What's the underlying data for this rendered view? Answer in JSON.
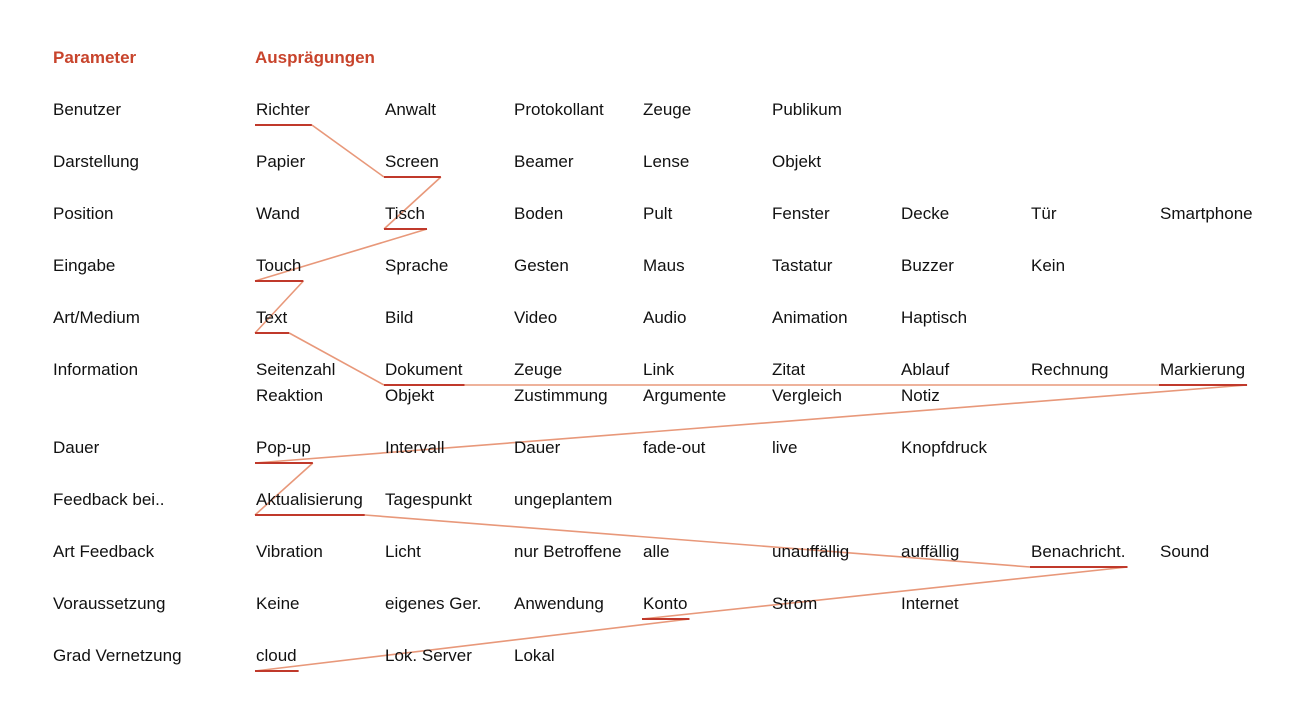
{
  "headers": {
    "parameter": "Parameter",
    "values": "Ausprägungen"
  },
  "colors": {
    "accent": "#c8442c",
    "link": "#e8987a",
    "underline": "#c0392b",
    "text": "#111111"
  },
  "rows": [
    {
      "label": "Benutzer",
      "values": [
        [
          "Richter",
          "Anwalt",
          "Protokollant",
          "Zeuge",
          "Publikum"
        ]
      ]
    },
    {
      "label": "Darstellung",
      "values": [
        [
          "Papier",
          "Screen",
          "Beamer",
          "Lense",
          "Objekt"
        ]
      ]
    },
    {
      "label": "Position",
      "values": [
        [
          "Wand",
          "Tisch",
          "Boden",
          "Pult",
          "Fenster",
          "Decke",
          "Tür",
          "Smartphone"
        ]
      ]
    },
    {
      "label": "Eingabe",
      "values": [
        [
          "Touch",
          "Sprache",
          "Gesten",
          "Maus",
          "Tastatur",
          "Buzzer",
          "Kein"
        ]
      ]
    },
    {
      "label": "Art/Medium",
      "values": [
        [
          "Text",
          "Bild",
          "Video",
          "Audio",
          "Animation",
          "Haptisch"
        ]
      ]
    },
    {
      "label": "Information",
      "values": [
        [
          "Seitenzahl",
          "Dokument",
          "Zeuge",
          "Link",
          "Zitat",
          "Ablauf",
          "Rechnung",
          "Markierung"
        ],
        [
          "Reaktion",
          "Objekt",
          "Zustimmung",
          "Argumente",
          "Vergleich",
          "Notiz"
        ]
      ]
    },
    {
      "label": "Dauer",
      "values": [
        [
          "Pop-up",
          "Intervall",
          "Dauer",
          "fade-out",
          "live",
          "Knopfdruck"
        ]
      ]
    },
    {
      "label": "Feedback bei..",
      "values": [
        [
          "Aktualisierung",
          "Tagespunkt",
          "ungeplantem"
        ]
      ]
    },
    {
      "label": "Art Feedback",
      "values": [
        [
          "Vibration",
          "Licht",
          "nur Betroffene",
          "alle",
          "unauffällig",
          "auffällig",
          "Benachricht.",
          "Sound"
        ]
      ]
    },
    {
      "label": "Voraussetzung",
      "values": [
        [
          "Keine",
          "eigenes Ger.",
          "Anwendung",
          "Konto",
          "Strom",
          "Internet"
        ]
      ]
    },
    {
      "label": "Grad Vernetzung",
      "values": [
        [
          "cloud",
          "Lok. Server",
          "Lokal"
        ]
      ]
    }
  ],
  "selected_path": [
    [
      0,
      0
    ],
    [
      1,
      1
    ],
    [
      2,
      1
    ],
    [
      3,
      0
    ],
    [
      4,
      0
    ],
    [
      5,
      1
    ],
    [
      5,
      7
    ],
    [
      6,
      0
    ],
    [
      7,
      0
    ],
    [
      8,
      6
    ],
    [
      9,
      3
    ],
    [
      10,
      0
    ]
  ]
}
